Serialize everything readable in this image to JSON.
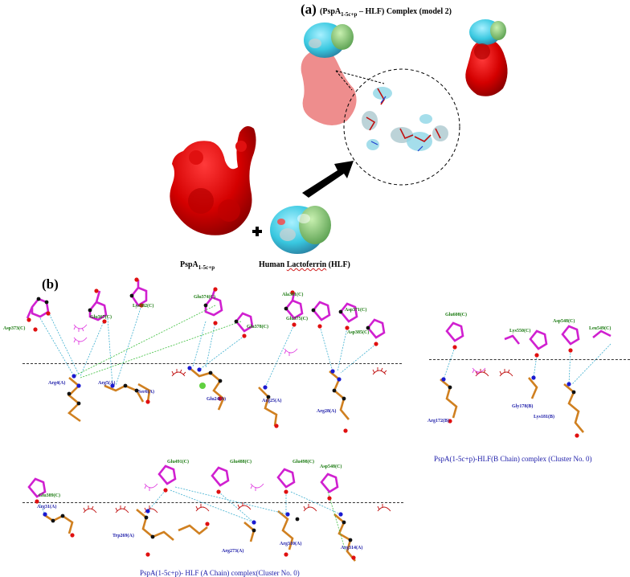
{
  "panel_a": {
    "label": "(a)",
    "complex_title_main": "(PspA",
    "complex_title_sub": "1-5c+p",
    "complex_title_rest": " – HLF) Complex (model 2)",
    "pspa_label_main": "PspA",
    "pspa_label_sub": "1-5c+p",
    "hlf_label_pre": "Human ",
    "hlf_label_word": "Lactoferrin",
    "hlf_label_post": " (HLF)"
  },
  "panel_b": {
    "label": "(b)",
    "caption_b_chain": "PspA(1-5c+p)-HLF(B Chain) complex (Cluster No. 0)",
    "caption_a_chain": "PspA(1-5c+p)- HLF (A Chain) complex(Cluster No. 0)",
    "top_green": [
      "Asp373(C)",
      "Lys382(C)",
      "Glu367(C)",
      "Glu374(C)",
      "Ala381(C)",
      "Asp371(C)",
      "Glu378(C)",
      "Glu375(C)",
      "Asp385(C)"
    ],
    "top_blue": [
      "Arg4(A)",
      "Arg5(A)",
      "Ser6(A)",
      "Glu24(A)",
      "Arg25(A)",
      "Arg28(A)"
    ],
    "b_green": [
      "Glu608(C)",
      "Asp548(C)",
      "Lys550(C)",
      "Leu549(C)"
    ],
    "b_blue": [
      "Arg172(B)",
      "Gly178(B)",
      "Lys181(B)"
    ],
    "bot_green": [
      "Glu491(C)",
      "Glu488(C)",
      "Glu498(C)",
      "Asp548(C)",
      "Glu389(C)"
    ],
    "bot_blue": [
      "Arg31(A)",
      "Trp269(A)",
      "Arg273(A)",
      "Arg310(A)",
      "Arg314(A)"
    ]
  }
}
